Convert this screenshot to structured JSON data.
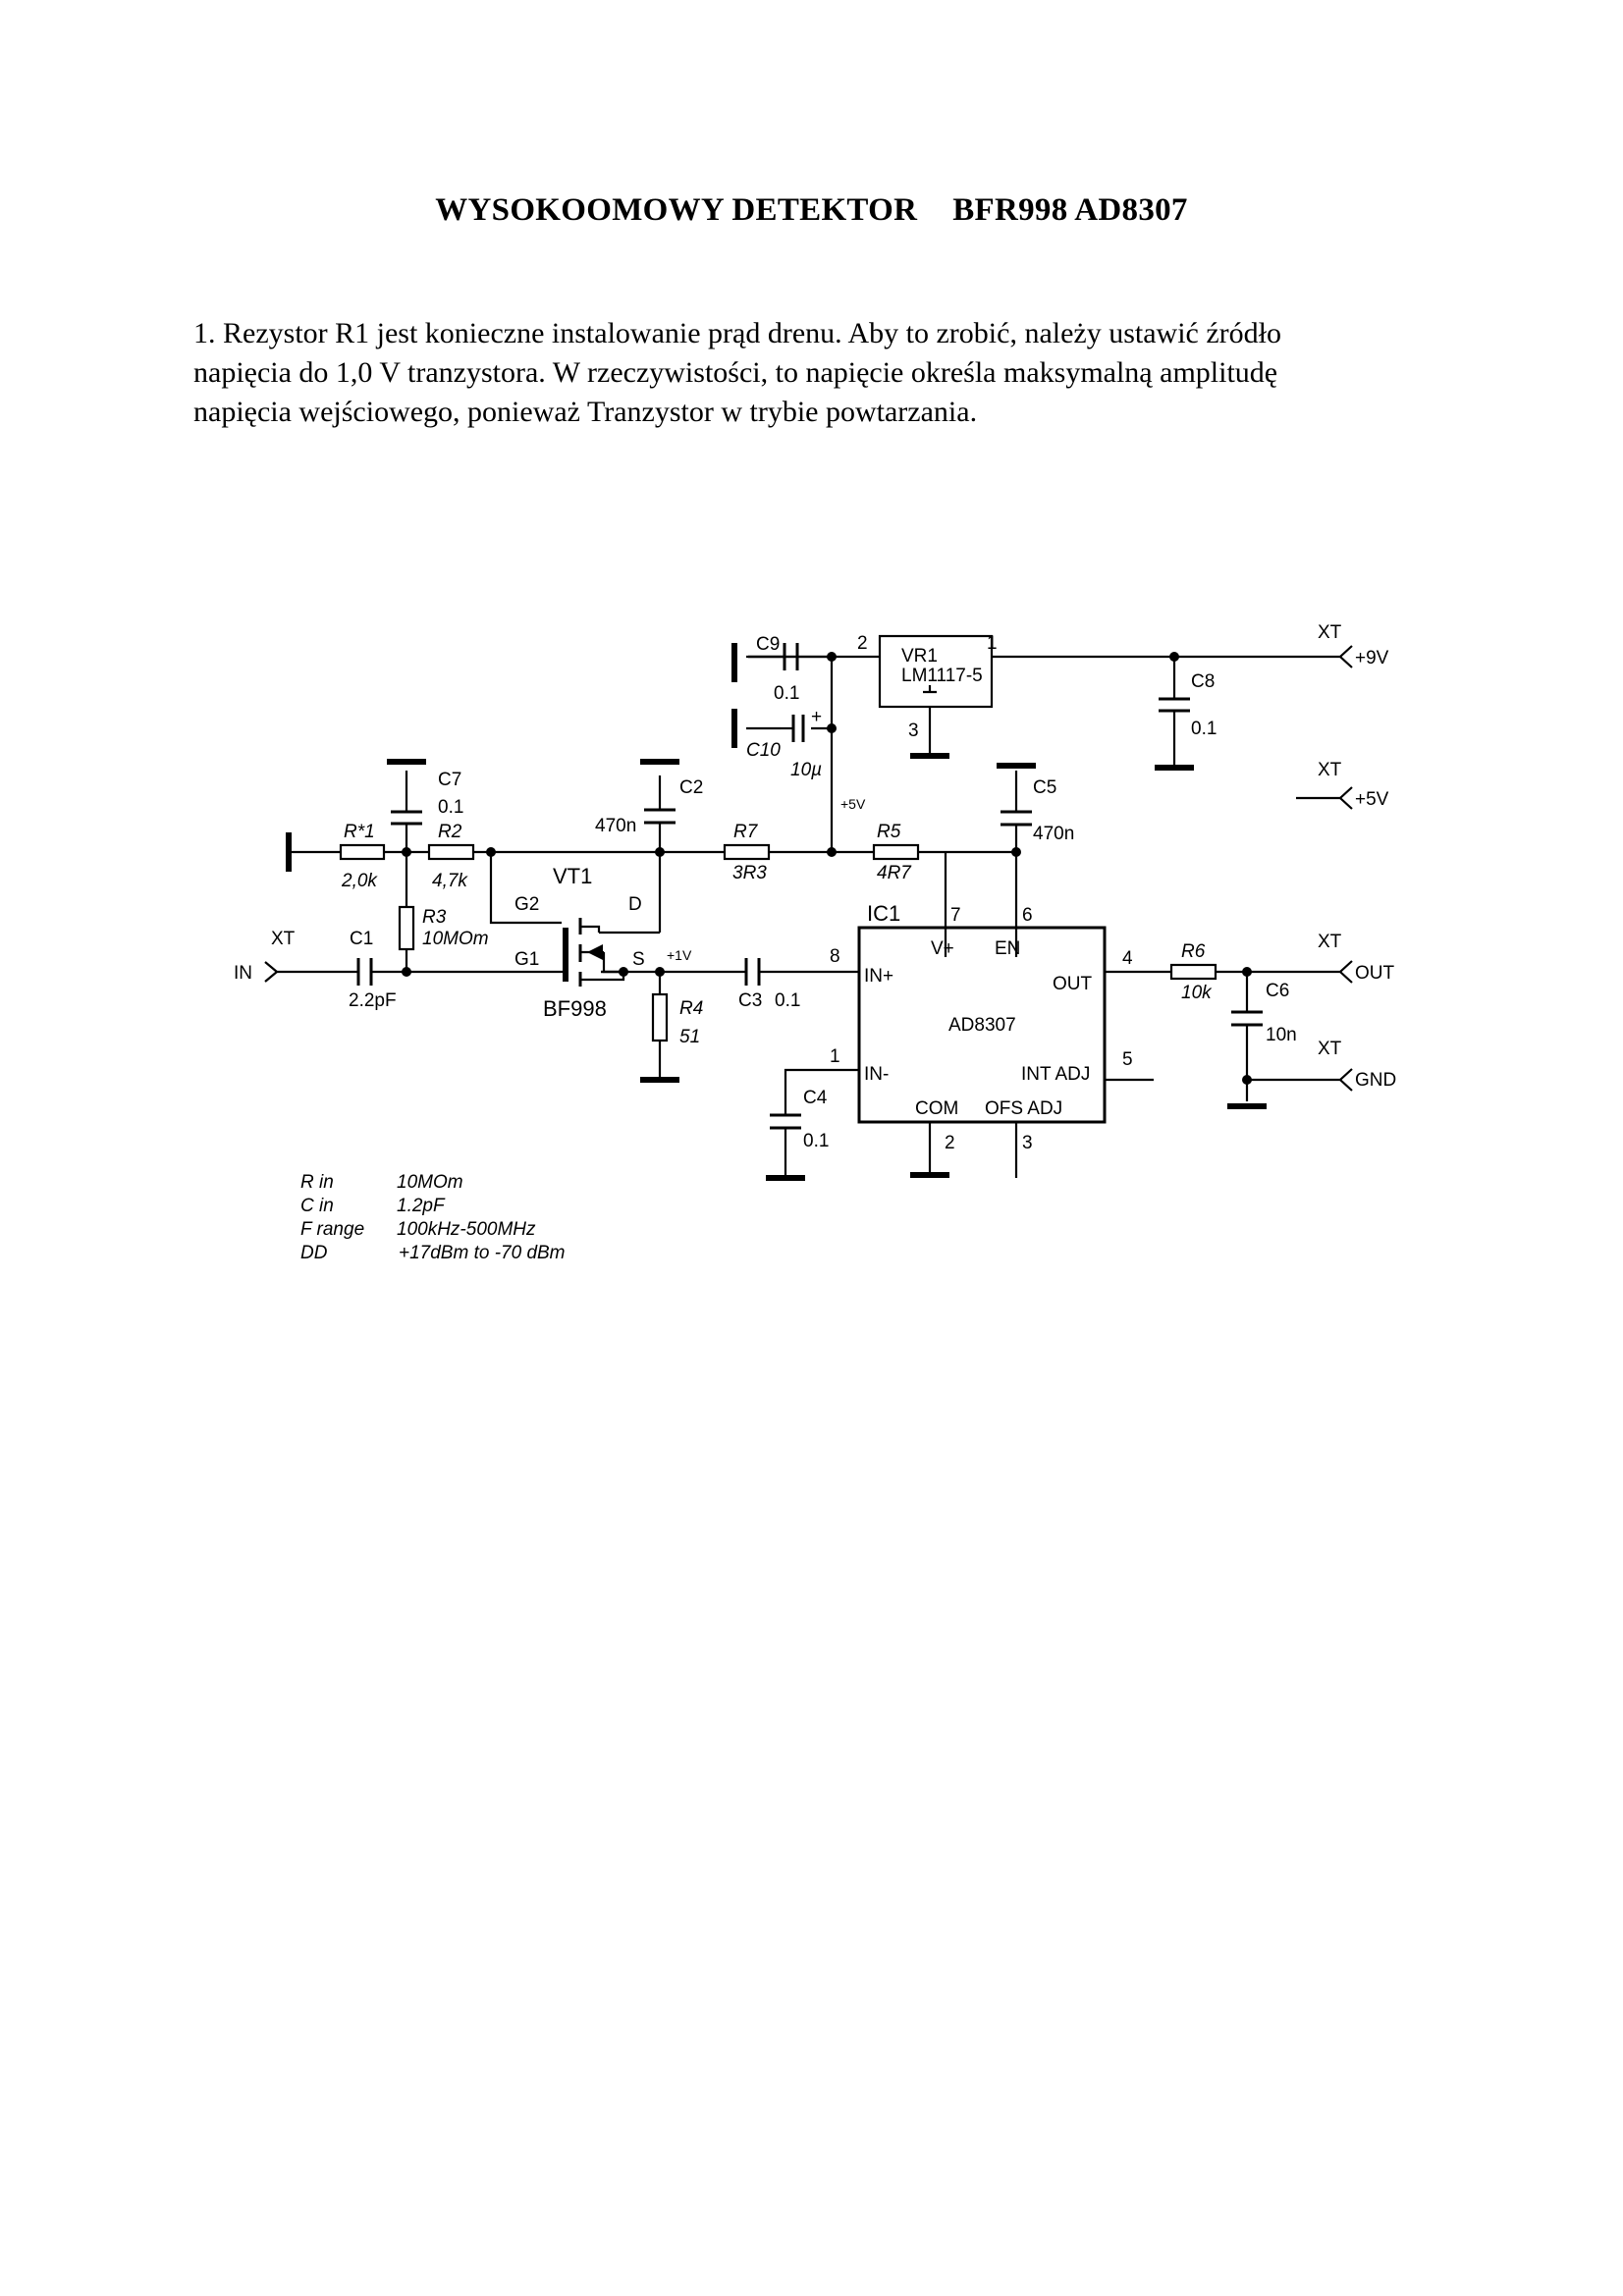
{
  "document": {
    "title_part1": "WYSOKOOMOWY DETEKTOR",
    "title_part2": "BFR998 AD8307",
    "paragraph_lines": [
      "1. Rezystor R1 jest konieczne instalowanie prąd drenu. Aby to zrobić, należy ustawić źródło",
      "napięcia do 1,0 V tranzystora. W rzeczywistości, to napięcie określa maksymalną amplitudę",
      "napięcia wejściowego, ponieważ Tranzystor w trybie powtarzania."
    ]
  },
  "schematic": {
    "regulator": {
      "ref": "VR1",
      "part": "LM1117-5",
      "pin_in": "1",
      "pin_out": "2",
      "pin_gnd": "3"
    },
    "ic": {
      "ref": "IC1",
      "part": "AD8307",
      "pins": {
        "in_plus": "IN+",
        "in_minus": "IN-",
        "vplus": "V+",
        "en": "EN",
        "out": "OUT",
        "int_adj": "INT ADJ",
        "com": "COM",
        "ofs_adj": "OFS ADJ"
      },
      "pin_numbers": {
        "in_plus": "8",
        "in_minus": "1",
        "vplus": "7",
        "en": "6",
        "out": "4",
        "int_adj": "5",
        "com": "2",
        "ofs_adj": "3"
      }
    },
    "transistor": {
      "ref": "VT1",
      "part": "BF998",
      "g1": "G1",
      "g2": "G2",
      "d": "D",
      "s": "S",
      "source_voltage": "+1V"
    },
    "components": {
      "C1": {
        "ref": "C1",
        "value": "2.2pF"
      },
      "C2": {
        "ref": "C2",
        "value": "470n"
      },
      "C3": {
        "ref": "C3",
        "value": "0.1"
      },
      "C4": {
        "ref": "C4",
        "value": "0.1"
      },
      "C5": {
        "ref": "C5",
        "value": "470n"
      },
      "C6": {
        "ref": "C6",
        "value": "10n"
      },
      "C7": {
        "ref": "C7",
        "value": "0.1"
      },
      "C8": {
        "ref": "C8",
        "value": "0.1"
      },
      "C9": {
        "ref": "C9",
        "value": "0.1"
      },
      "C10": {
        "ref": "C10",
        "value": "10µ",
        "polarity": "+"
      },
      "R1": {
        "ref": "R*1",
        "value": "2,0k"
      },
      "R2": {
        "ref": "R2",
        "value": "4,7k"
      },
      "R3": {
        "ref": "R3",
        "value": "10MOm"
      },
      "R4": {
        "ref": "R4",
        "value": "51"
      },
      "R5": {
        "ref": "R5",
        "value": "4R7"
      },
      "R6": {
        "ref": "R6",
        "value": "10k"
      },
      "R7": {
        "ref": "R7",
        "value": "3R3"
      }
    },
    "rail_5v": "+5V",
    "connectors": [
      {
        "type": "XT",
        "label": "IN"
      },
      {
        "type": "XT",
        "label": "+9V"
      },
      {
        "type": "XT",
        "label": "+5V"
      },
      {
        "type": "XT",
        "label": "OUT"
      },
      {
        "type": "XT",
        "label": "GND"
      }
    ],
    "specs": [
      {
        "param": "R in",
        "value": "10MOm"
      },
      {
        "param": "C in",
        "value": "1.2pF"
      },
      {
        "param": "F range",
        "value": "100kHz-500MHz"
      },
      {
        "param": "DD",
        "value": "+17dBm to -70 dBm"
      }
    ]
  }
}
